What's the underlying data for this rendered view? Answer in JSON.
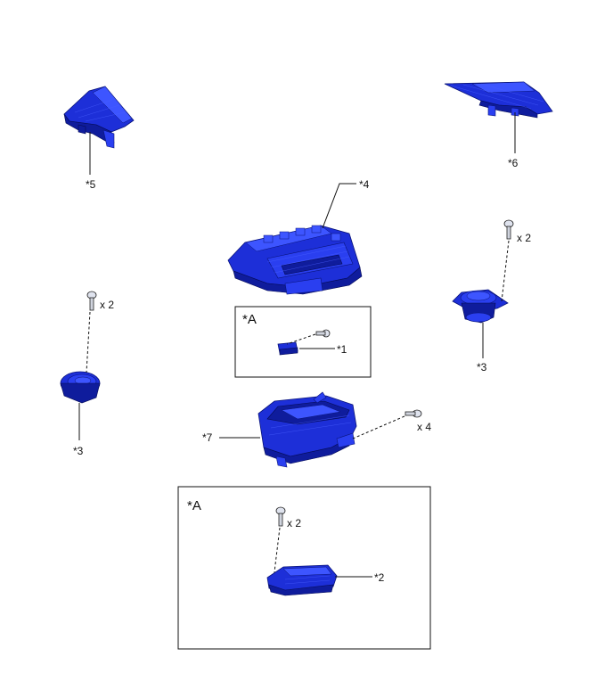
{
  "callouts": {
    "c1": "*1",
    "c2": "*2",
    "c3_left": "*3",
    "c3_right": "*3",
    "c4": "*4",
    "c5": "*5",
    "c6": "*6",
    "c7": "*7"
  },
  "detail_boxes": {
    "upper": "*A",
    "lower": "*A"
  },
  "quantities": {
    "screw_right_speaker": "x 2",
    "screw_left_speaker": "x 2",
    "screw_amplifier_box": "x 4",
    "screw_lower_detail": "x 2"
  },
  "colors": {
    "part_fill": "#1d2fd8",
    "part_dark": "#0f1c9c",
    "part_light": "#3d55ff",
    "line": "#111111"
  }
}
